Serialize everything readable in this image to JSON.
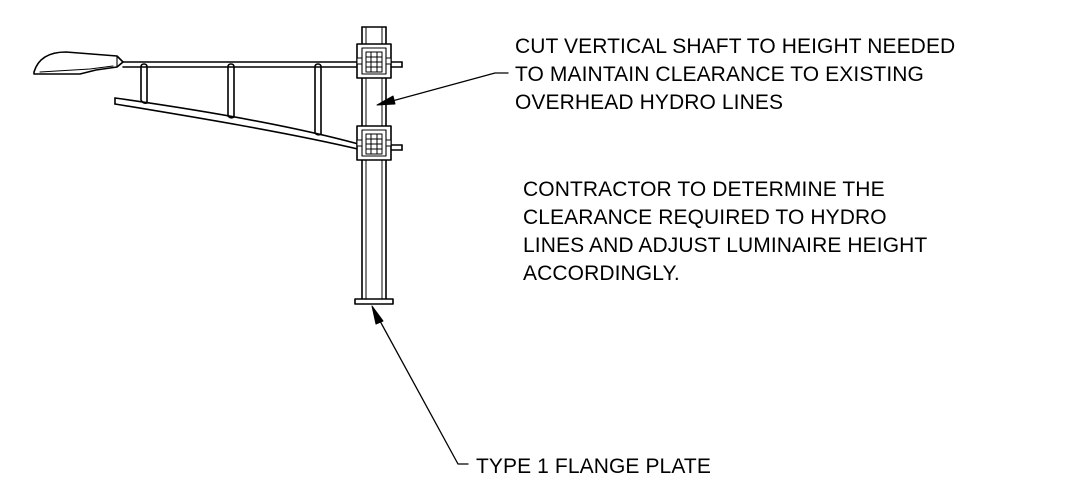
{
  "notes": {
    "shaft_lines": [
      "CUT VERTICAL SHAFT TO HEIGHT NEEDED",
      "TO MAINTAIN CLEARANCE TO EXISTING",
      "OVERHEAD HYDRO LINES"
    ],
    "contractor_lines": [
      "CONTRACTOR TO DETERMINE THE",
      "CLEARANCE REQUIRED TO HYDRO",
      "LINES AND ADJUST LUMINAIRE HEIGHT",
      "ACCORDINGLY."
    ],
    "flange_label": "TYPE 1 FLANGE PLATE"
  }
}
